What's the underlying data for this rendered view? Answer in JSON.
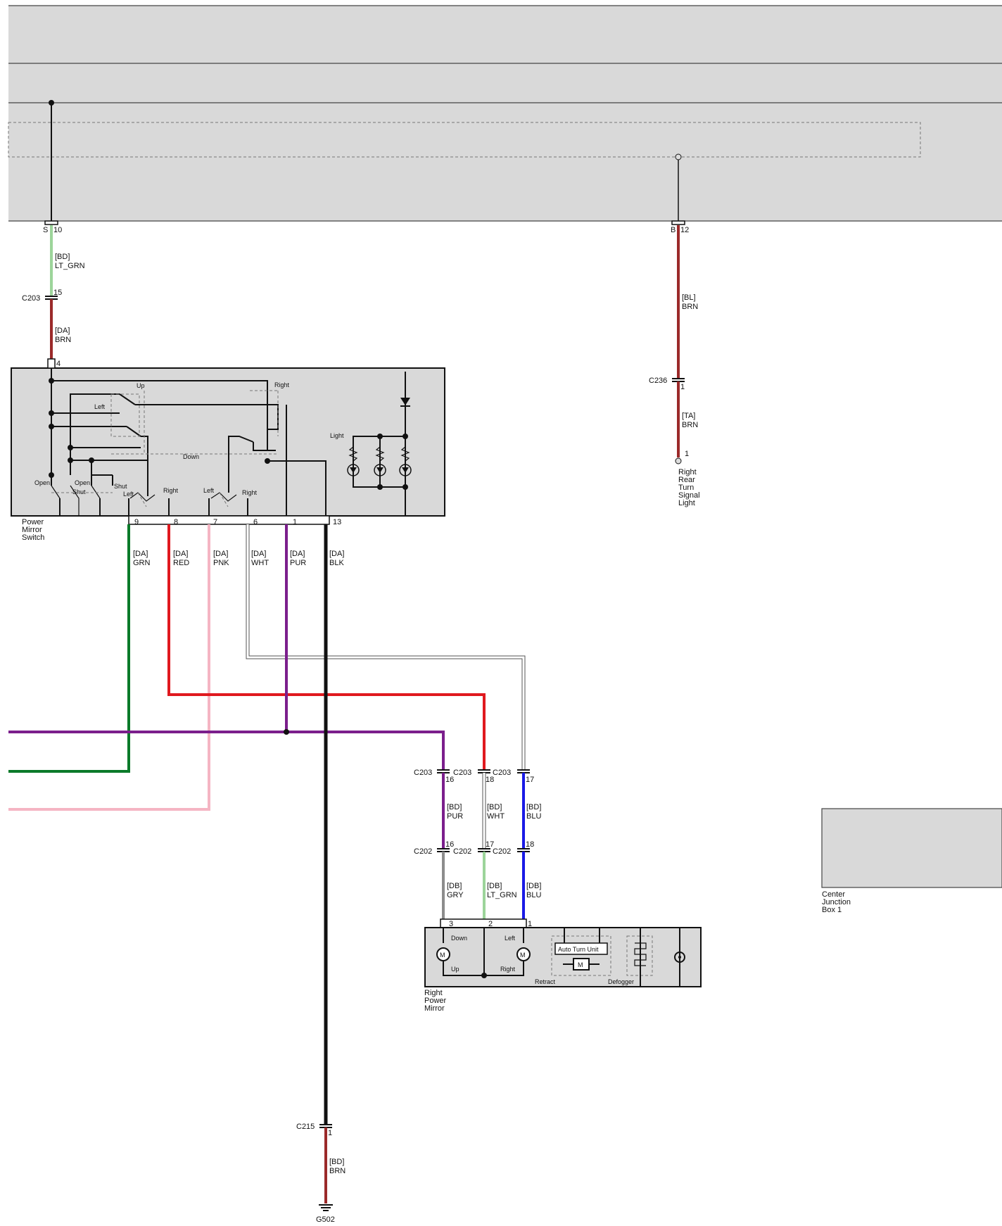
{
  "colors": {
    "brn": "#9b2a2a",
    "lt_grn": "#3aaa35",
    "grn": "#0b7a2a",
    "red": "#e0191f",
    "pnk": "#f5b5c3",
    "wht": "#ffffff",
    "pur": "#7b1f8c",
    "blk": "#111111",
    "blu": "#1a1ae6",
    "gry": "#8c8c8c",
    "box_fill": "#d9d9d9"
  },
  "top": {
    "pin_s": "S",
    "pin_s_num": "10",
    "pin_b": "B",
    "pin_b_num": "12"
  },
  "wires": {
    "lt_grn_top": [
      "[BD]",
      "LT_GRN"
    ],
    "brn_left_top": [
      "[DA]",
      "BRN"
    ],
    "brn_bl": [
      "[BL]",
      "BRN"
    ],
    "brn_ta": [
      "[TA]",
      "BRN"
    ],
    "grn": [
      "[DA]",
      "GRN"
    ],
    "red": [
      "[DA]",
      "RED"
    ],
    "pnk": [
      "[DA]",
      "PNK"
    ],
    "wht": [
      "[DA]",
      "WHT"
    ],
    "pur": [
      "[DA]",
      "PUR"
    ],
    "blk": [
      "[DA]",
      "BLK"
    ],
    "pur_bd": [
      "[BD]",
      "PUR"
    ],
    "wht_bd": [
      "[BD]",
      "WHT"
    ],
    "blu_bd": [
      "[BD]",
      "BLU"
    ],
    "gry_db": [
      "[DB]",
      "GRY"
    ],
    "lt_grn_db": [
      "[DB]",
      "LT_GRN"
    ],
    "blu_db": [
      "[DB]",
      "BLU"
    ],
    "brn_bd_bottom": [
      "[BD]",
      "BRN"
    ]
  },
  "connectors": {
    "c203_top": {
      "name": "C203",
      "pin": "15"
    },
    "c236": {
      "name": "C236",
      "pin": "1"
    },
    "c203_16": {
      "name": "C203",
      "pin": "16"
    },
    "c203_18": {
      "name": "C203",
      "pin": "18"
    },
    "c203_17": {
      "name": "C203",
      "pin": "17"
    },
    "c202_16": {
      "name": "C202",
      "pin": "16"
    },
    "c202_17": {
      "name": "C202",
      "pin": "17"
    },
    "c202_18": {
      "name": "C202",
      "pin": "18"
    },
    "c215": {
      "name": "C215",
      "pin": "1"
    }
  },
  "switch": {
    "name": [
      "Power",
      "Mirror",
      "Switch"
    ],
    "pin_in": "4",
    "pins": [
      "9",
      "8",
      "7",
      "6",
      "1",
      "13"
    ],
    "labels": {
      "up": "Up",
      "left": "Left",
      "right": "Right",
      "down": "Down",
      "light": "Light",
      "open": "Open",
      "shut": "Shut"
    }
  },
  "rear_light": {
    "pin": "1",
    "name": [
      "Right",
      "Rear",
      "Turn",
      "Signal",
      "Light"
    ]
  },
  "mirror": {
    "name": [
      "Right",
      "Power",
      "Mirror"
    ],
    "pins": [
      "3",
      "2",
      "1"
    ],
    "labels": {
      "down": "Down",
      "up": "Up",
      "left": "Left",
      "right": "Right",
      "auto_turn": "Auto Turn Unit",
      "retract": "Retract",
      "defogger": "Defogger"
    }
  },
  "junction": {
    "name": [
      "Center",
      "Junction",
      "Box 1"
    ]
  },
  "ground": {
    "name": "G502"
  }
}
